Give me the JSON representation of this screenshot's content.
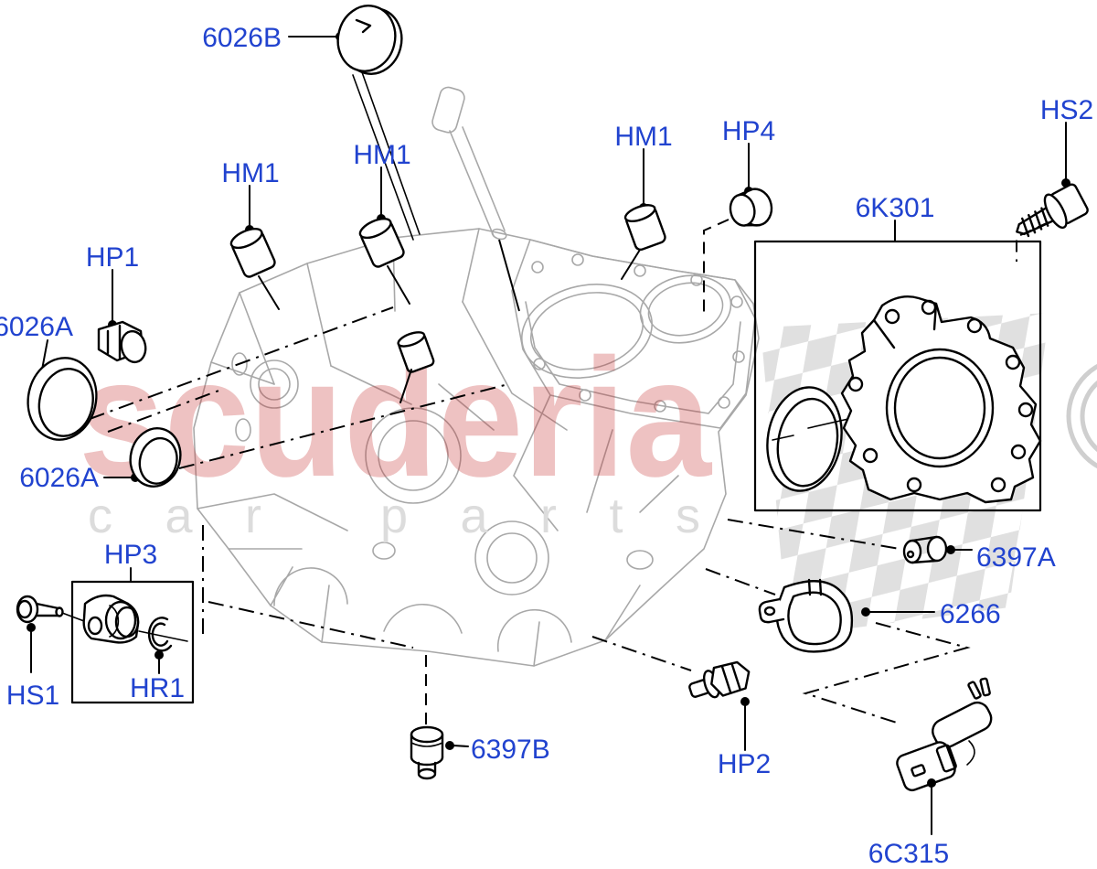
{
  "diagram_title": "engine cylinder block exploded parts diagram",
  "watermark": {
    "brand": "scuderia",
    "tagline": "car parts"
  },
  "colors": {
    "label_blue": "#2143cf",
    "line_black": "#000000",
    "block_gray": "#a8a8a8",
    "watermark_red": "rgba(198,52,52,0.30)",
    "watermark_gray": "#dcdcdc",
    "checker_gray": "#e0e0e0",
    "background": "#ffffff"
  },
  "parts": [
    {
      "id": "6026B",
      "label": "6026B"
    },
    {
      "id": "HM1-a",
      "label": "HM1"
    },
    {
      "id": "HM1-b",
      "label": "HM1"
    },
    {
      "id": "HM1-c",
      "label": "HM1"
    },
    {
      "id": "HP4",
      "label": "HP4"
    },
    {
      "id": "HS2",
      "label": "HS2"
    },
    {
      "id": "6K301",
      "label": "6K301"
    },
    {
      "id": "HP1",
      "label": "HP1"
    },
    {
      "id": "6026A-a",
      "label": "6026A"
    },
    {
      "id": "6026A-b",
      "label": "6026A"
    },
    {
      "id": "HP3",
      "label": "HP3"
    },
    {
      "id": "HS1",
      "label": "HS1"
    },
    {
      "id": "HR1",
      "label": "HR1"
    },
    {
      "id": "6397B",
      "label": "6397B"
    },
    {
      "id": "HP2",
      "label": "HP2"
    },
    {
      "id": "6397A",
      "label": "6397A"
    },
    {
      "id": "6266",
      "label": "6266"
    },
    {
      "id": "6C315",
      "label": "6C315"
    }
  ]
}
